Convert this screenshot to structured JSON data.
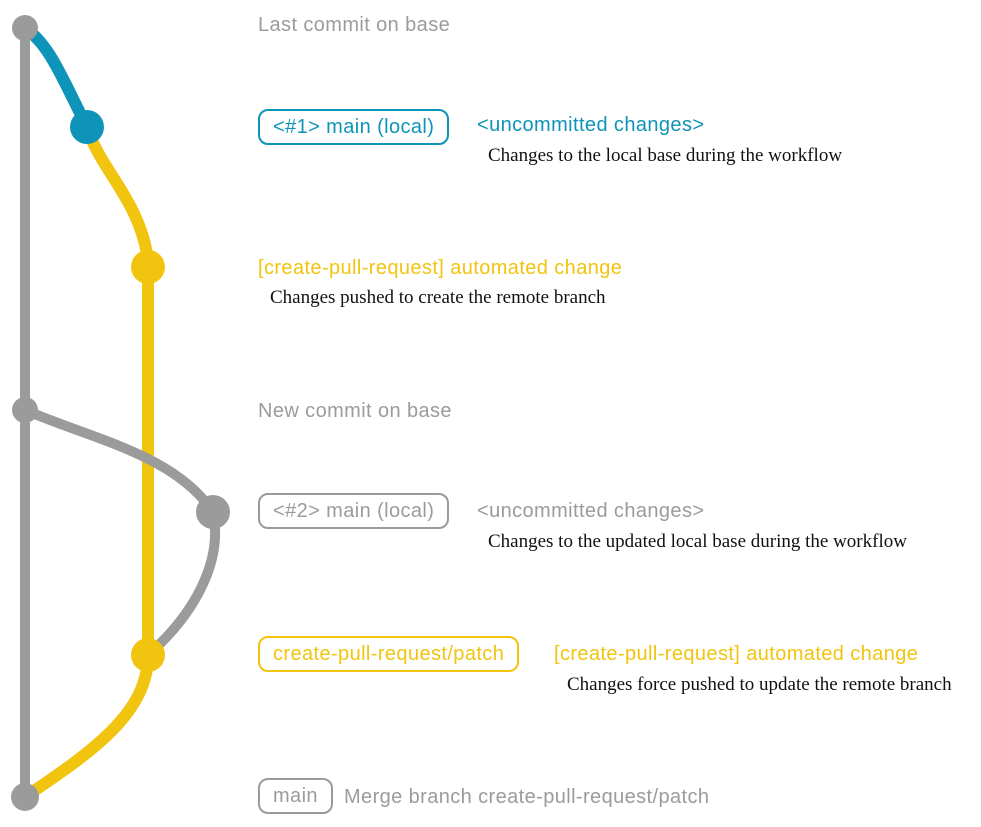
{
  "colors": {
    "gray": "#9b9b9b",
    "blue": "#0d94b8",
    "yellow": "#f1c40f",
    "ink": "#111111",
    "bg": "#ffffff"
  },
  "diagram": {
    "type": "git-graph",
    "branches": [
      "base",
      "main (local)",
      "create-pull-request/patch"
    ],
    "events": {
      "last_commit_base": {
        "message": "Last commit on base"
      },
      "local_main_1": {
        "badge": "<#1> main (local)",
        "message": "<uncommitted changes>",
        "note": "Changes to the local base during the workflow"
      },
      "push_1": {
        "message": "[create-pull-request] automated change",
        "note": "Changes pushed to create the remote branch"
      },
      "new_commit_base": {
        "message": "New commit on base"
      },
      "local_main_2": {
        "badge": "<#2> main (local)",
        "message": "<uncommitted changes>",
        "note": "Changes to the updated local base during the workflow"
      },
      "push_2": {
        "badge": "create-pull-request/patch",
        "message": "[create-pull-request] automated change",
        "note": "Changes force pushed to update the remote branch"
      },
      "merge": {
        "badge": "main",
        "message": "Merge branch create-pull-request/patch"
      }
    }
  }
}
